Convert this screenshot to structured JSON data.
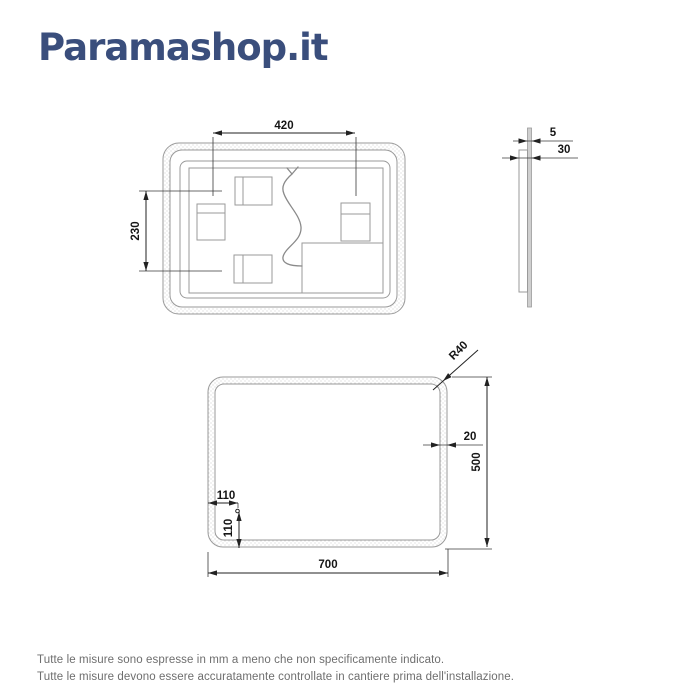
{
  "logo": {
    "text": "Paramashop.it",
    "color": "#3a4e7c"
  },
  "drawing": {
    "back_view": {
      "dim_hanger_spacing": "420",
      "dim_hanger_vertical": "230"
    },
    "side_view": {
      "dim_glass_thickness": "5",
      "dim_total_depth": "30"
    },
    "front_view": {
      "dim_corner_radius": "R40",
      "dim_band_width": "20",
      "dim_height": "500",
      "dim_sensor_from_left": "110",
      "dim_sensor_from_bottom": "110",
      "dim_width": "700"
    }
  },
  "footer": {
    "note_line_1": "Tutte le misure sono espresse in mm a meno che non specificamente indicato.",
    "note_line_2": "Tutte le misure devono essere accuratamente controllate in cantiere prima dell'installazione."
  },
  "colors": {
    "outline_gray": "#9a9a9a",
    "dimension_black": "#222222",
    "logo_navy": "#3a4e7c",
    "footer_gray": "#6e6e6e"
  }
}
